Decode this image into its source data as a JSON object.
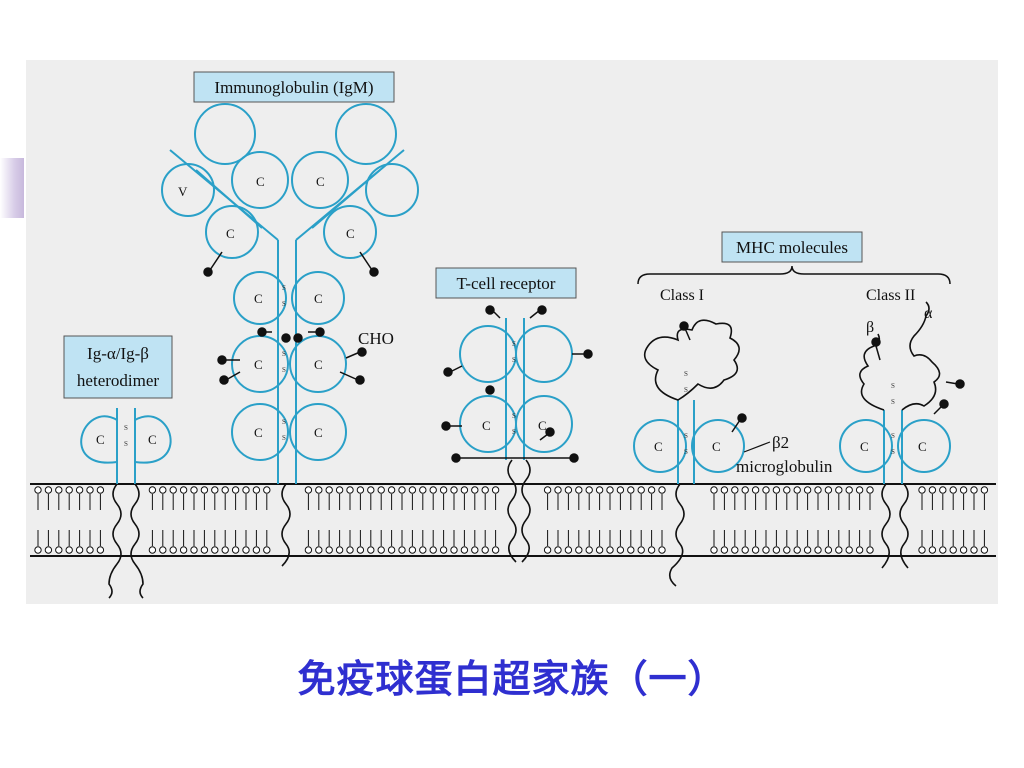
{
  "labels": {
    "igm": "Immunoglobulin (IgM)",
    "iga_line1": "Ig-α/Ig-β",
    "iga_line2": "heterodimer",
    "tcr": "T-cell receptor",
    "mhc": "MHC molecules",
    "class1": "Class I",
    "class2": "Class II",
    "beta": "β",
    "alpha": "α",
    "b2_line1": "β2",
    "b2_line2": "microglobulin",
    "cho": "CHO"
  },
  "domain_letters": {
    "c": "C",
    "v": "V",
    "ss": "S-S",
    "s": "S"
  },
  "caption": "免疫球蛋白超家族（一）",
  "colors": {
    "domain": "#2aa0c8",
    "label_box_fill": "#bfe3f3",
    "membrane": "#111111",
    "panel": "#eeeeee",
    "caption": "#2f2fd0"
  }
}
